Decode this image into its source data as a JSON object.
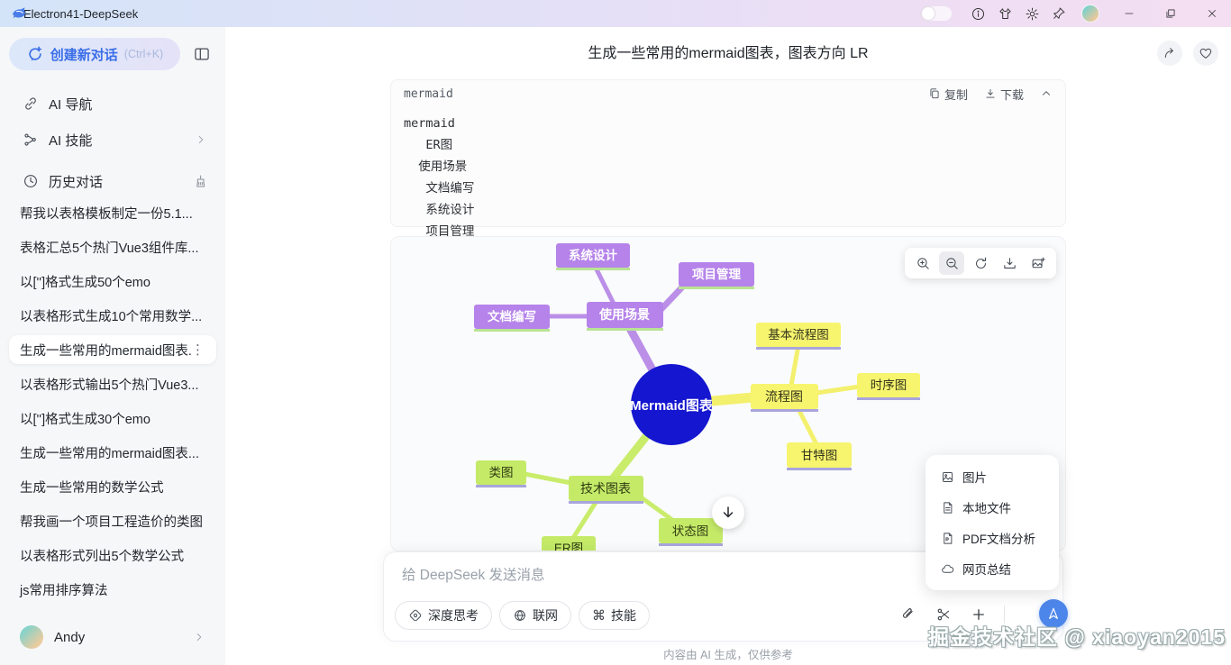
{
  "titlebar": {
    "title": "Electron41-DeepSeek"
  },
  "sidebar": {
    "create_label": "创建新对话",
    "create_shortcut": "(Ctrl+K)",
    "nav": {
      "ai_nav": "AI 导航",
      "ai_skill": "AI 技能",
      "history": "历史对话"
    },
    "history": [
      "帮我以表格模板制定一份5.1...",
      "表格汇总5个热门Vue3组件库...",
      "以['']格式生成50个emo",
      "以表格形式生成10个常用数学...",
      "生成一些常用的mermaid图表...",
      "以表格形式输出5个热门Vue3...",
      "以['']格式生成30个emo",
      "生成一些常用的mermaid图表...",
      "生成一些常用的数学公式",
      "帮我画一个项目工程造价的类图",
      "以表格形式列出5个数学公式",
      "js常用排序算法"
    ],
    "more_glyph": "⋮",
    "user": {
      "name": "Andy"
    }
  },
  "main": {
    "title": "生成一些常用的mermaid图表，图表方向 LR"
  },
  "code": {
    "lang": "mermaid",
    "copy_label": "复制",
    "download_label": "下载",
    "lines": [
      "mermaid",
      "   ER图",
      "  使用场景",
      "   文档编写",
      "   系统设计",
      "   项目管理"
    ]
  },
  "mindmap": {
    "nodes": {
      "center": "Mermaid图表",
      "usage": "使用场景",
      "sysdesign": "系统设计",
      "projmgmt": "项目管理",
      "docs": "文档编写",
      "flowchart": "流程图",
      "basicflow": "基本流程图",
      "sequence": "时序图",
      "gantt": "甘特图",
      "techcharts": "技术图表",
      "classdiag": "类图",
      "statediag": "状态图",
      "erdiag": "ER图"
    },
    "colors": {
      "center": "#1516cf",
      "purple": "#b583ea",
      "yellow": "#f7f46e",
      "green": "#c4ea68",
      "edge_purple": "#bb8fe8",
      "edge_yellow": "#f3f06d",
      "edge_green": "#c9ec6b"
    }
  },
  "popup": {
    "items": [
      {
        "label": "图片"
      },
      {
        "label": "本地文件"
      },
      {
        "label": "PDF文档分析"
      },
      {
        "label": "网页总结"
      }
    ]
  },
  "input": {
    "placeholder": "给 DeepSeek 发送消息",
    "pills": {
      "deep_think": "深度思考",
      "web": "联网",
      "skill": "技能"
    },
    "skill_glyph": "⌘"
  },
  "footer": {
    "disclaimer": "内容由 AI 生成，仅供参考"
  },
  "watermark": {
    "text": "掘金技术社区 @ xiaoyan2015"
  }
}
